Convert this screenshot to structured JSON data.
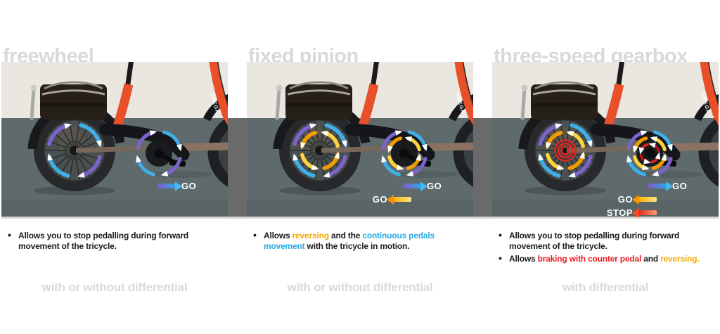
{
  "colors": {
    "text_dark": "#1b1b1b",
    "highlight_orange": "#F5A800",
    "highlight_cyan": "#29ABE2",
    "highlight_red": "#ED1C24",
    "title_gray": "#D9D9D9",
    "studio_wall_beige": "#EAE7E0",
    "studio_floor_gray": "#5E6A6C",
    "divider_gray": "#6A6A6A",
    "frame_orange": "#E8502A",
    "rings": {
      "forward": [
        "#7D63CC",
        "#3FAFE8"
      ],
      "reverse": [
        "#F39C00",
        "#FFD23F"
      ],
      "brake": [
        "#E02621",
        "#BF1410"
      ]
    }
  },
  "photo": {
    "frame_brand": "OMEGA"
  },
  "panels": [
    {
      "id": "freewheel",
      "title": "freewheel",
      "footer": "with or without differential",
      "wheel_rings": [
        "forward"
      ],
      "pedal_rings": [
        "forward"
      ],
      "motion_labels": [
        {
          "text": "GO",
          "direction": "right",
          "color": "blue"
        }
      ],
      "bullets": [
        {
          "lines": [
            [
              {
                "text": "Allows you to stop pedalling during forward",
                "color": "text_dark"
              }
            ],
            [
              {
                "text": "movement of the tricycle.",
                "color": "text_dark"
              }
            ]
          ]
        }
      ]
    },
    {
      "id": "fixed-pinion",
      "title": "fixed pinion",
      "footer": "with or without differential",
      "wheel_rings": [
        "forward",
        "reverse"
      ],
      "pedal_rings": [
        "forward",
        "reverse"
      ],
      "motion_labels": [
        {
          "text": "GO",
          "direction": "right",
          "color": "blue"
        },
        {
          "text": "GO",
          "direction": "left",
          "color": "yellow"
        }
      ],
      "bullets": [
        {
          "lines": [
            [
              {
                "text": "Allows ",
                "color": "text_dark"
              },
              {
                "text": "reversing",
                "color": "highlight_orange"
              },
              {
                "text": " and the ",
                "color": "text_dark"
              },
              {
                "text": "continuous pedals",
                "color": "highlight_cyan"
              }
            ],
            [
              {
                "text": "movement",
                "color": "highlight_cyan"
              },
              {
                "text": " with the tricycle in motion.",
                "color": "text_dark"
              }
            ]
          ]
        }
      ]
    },
    {
      "id": "three-speed-gearbox",
      "title": "three-speed gearbox",
      "footer": "with differential",
      "wheel_rings": [
        "forward",
        "reverse",
        "brake"
      ],
      "pedal_rings": [
        "forward",
        "reverse",
        "brake"
      ],
      "motion_labels": [
        {
          "text": "GO",
          "direction": "right",
          "color": "blue"
        },
        {
          "text": "GO",
          "direction": "left",
          "color": "yellow"
        },
        {
          "text": "STOP",
          "direction": "left",
          "color": "red"
        }
      ],
      "bullets": [
        {
          "lines": [
            [
              {
                "text": "Allows you to stop pedalling during forward",
                "color": "text_dark"
              }
            ],
            [
              {
                "text": "movement of the tricycle.",
                "color": "text_dark"
              }
            ]
          ]
        },
        {
          "lines": [
            [
              {
                "text": "Allows ",
                "color": "text_dark"
              },
              {
                "text": "braking with counter pedal",
                "color": "highlight_red"
              },
              {
                "text": " and ",
                "color": "text_dark"
              },
              {
                "text": "reversing.",
                "color": "highlight_orange"
              }
            ]
          ]
        }
      ]
    }
  ]
}
